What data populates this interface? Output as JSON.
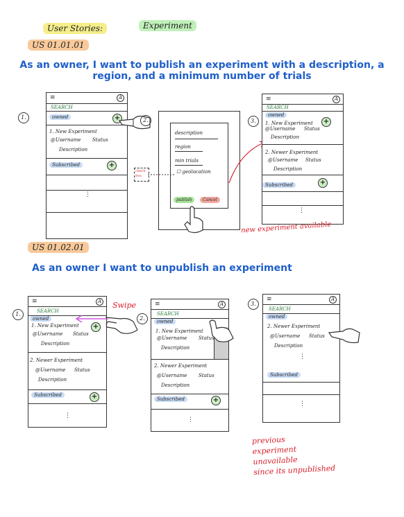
{
  "header": {
    "user_stories": "User Stories:",
    "experiment": "Experiment"
  },
  "story1": {
    "code": "US 01.01.01",
    "title_line1": "As an owner, I want to publish an experiment with a description, a",
    "title_line2": "region, and a minimum number of trials"
  },
  "story2": {
    "code": "US 01.02.01",
    "title": "As an owner I want to unpublish an experiment"
  },
  "phone": {
    "menu": "≡",
    "avatar": "A",
    "search": "SEARCH",
    "owned": "owned",
    "subscribed": "Subscribed",
    "plus": "+",
    "new_experiment": "1. New Experiment",
    "newer_experiment": "2. Newer Experiment",
    "username": "@Username",
    "status": "Status",
    "description": "Description",
    "dots": "⋮"
  },
  "form": {
    "description": "description",
    "region": "region",
    "min_trials": "min trials",
    "geolocation": "geolocation",
    "publish": "publish",
    "cancel": "Cancel",
    "check_box": "check box"
  },
  "steps": {
    "one": "1.",
    "two": "2.",
    "three": "3."
  },
  "annotations": {
    "new_available": "new experiment available",
    "swipe": "Swipe",
    "prev_line1": "previous",
    "prev_line2": "experiment",
    "prev_line3": "unavailable",
    "prev_line4": "since its unpublished"
  }
}
